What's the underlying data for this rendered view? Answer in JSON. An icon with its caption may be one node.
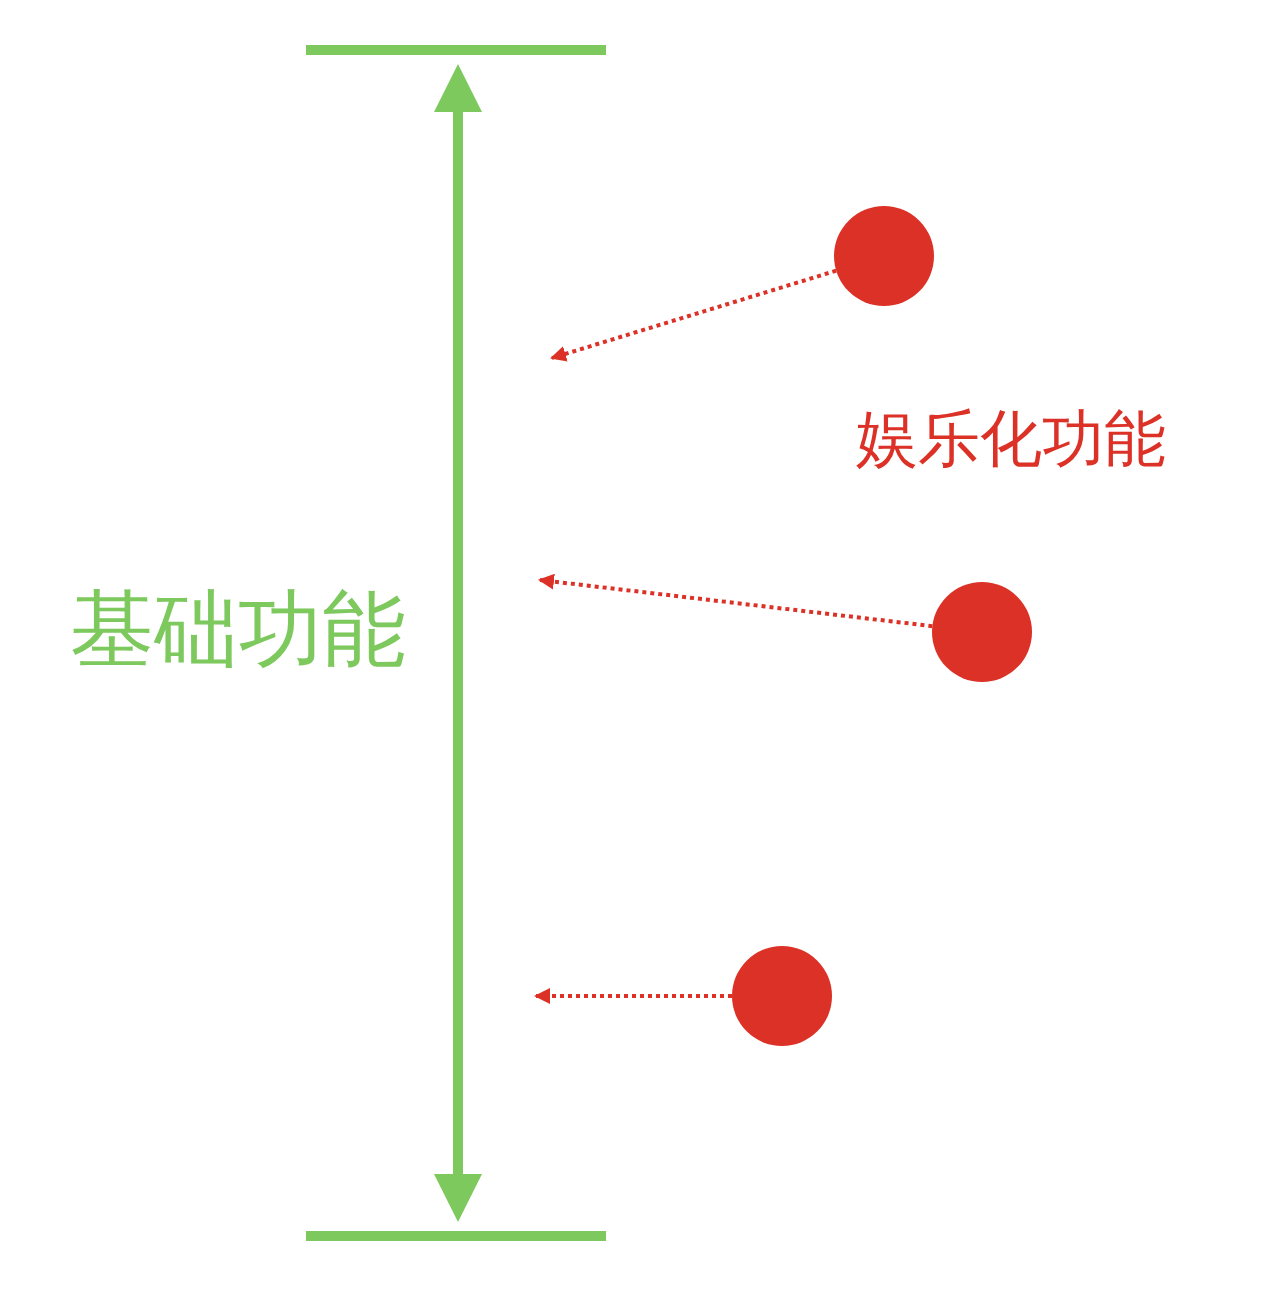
{
  "diagram": {
    "nodes": [
      {
        "text": [],
        "shape": "circle"
      },
      {
        "text": [],
        "shape": "circle"
      },
      {
        "text": [],
        "shape": "circle"
      }
    ],
    "edges": [
      {
        "from": 0,
        "to": null,
        "arrow": "to",
        "style": "dashed"
      },
      {
        "from": 1,
        "to": null,
        "arrow": "to",
        "style": "dashed"
      },
      {
        "from": 2,
        "to": null,
        "arrow": "to",
        "style": "dashed"
      }
    ],
    "labels": [
      "娱乐化功能",
      "基础功能"
    ]
  }
}
